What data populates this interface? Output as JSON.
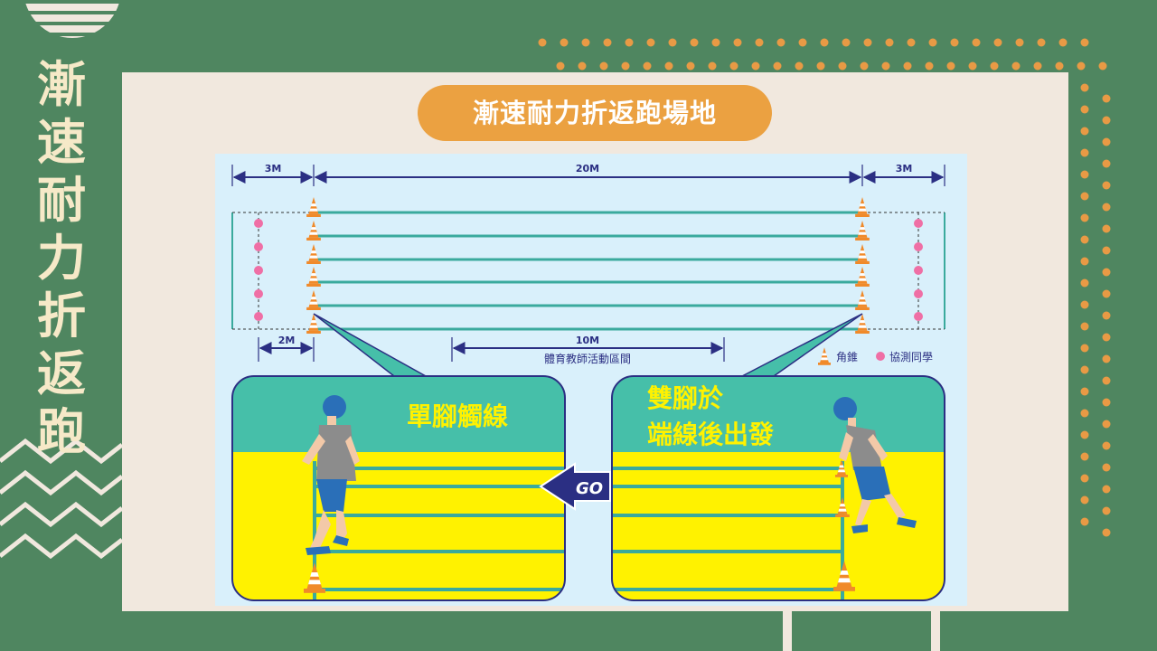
{
  "side_title": [
    "漸",
    "速",
    "耐",
    "力",
    "折",
    "返",
    "跑"
  ],
  "banner_title": "漸速耐力折返跑場地",
  "dimensions": {
    "left_zone": "3M",
    "main": "20M",
    "right_zone": "3M",
    "marker_offset": "2M",
    "teacher_zone": "10M",
    "teacher_zone_label": "體育教師活動區間"
  },
  "legend": {
    "cone": "角錐",
    "helper": "協測同學"
  },
  "panel_left": {
    "caption": "單腳觸線"
  },
  "panel_right": {
    "caption_line1": "雙腳於",
    "caption_line2": "端線後出發"
  },
  "go_label": "GO",
  "colors": {
    "background": "#4f8660",
    "card": "#f1e8de",
    "banner": "#eba141",
    "field": "#d9f0fb",
    "lane": "#3aaa9d",
    "teal": "#46bfa9",
    "yellow": "#fff200",
    "helper_dot": "#ef6fa5",
    "cone": "#f08a2a",
    "arrow": "#2b2f83",
    "orange_dots": "#e89a45"
  }
}
